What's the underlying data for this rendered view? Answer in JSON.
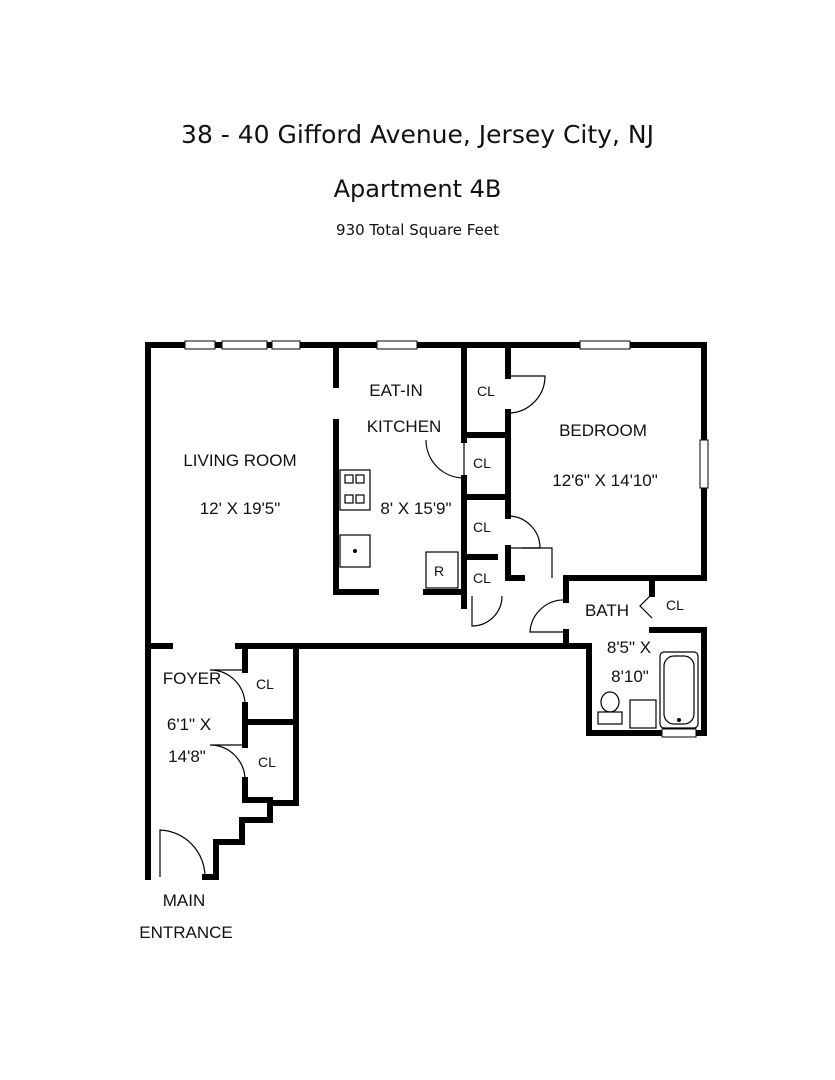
{
  "header": {
    "address": "38 - 40 Gifford Avenue, Jersey City, NJ",
    "unit": "Apartment  4B",
    "area": "930 Total Square Feet"
  },
  "rooms": {
    "living": {
      "name": "LIVING ROOM",
      "size": "12' X 19'5\""
    },
    "kitchen": {
      "name_line1": "EAT-IN",
      "name_line2": "KITCHEN",
      "size": "8' X 15'9\""
    },
    "bedroom": {
      "name": "BEDROOM",
      "size": "12'6\" X 14'10\""
    },
    "bath": {
      "name": "BATH",
      "size_line1": "8'5\" X",
      "size_line2": "8'10\""
    },
    "foyer": {
      "name": "FOYER",
      "size_line1": "6'1\" X",
      "size_line2": "14'8\""
    }
  },
  "closet_label": "CL",
  "fridge_label": "R",
  "entrance": {
    "line1": "MAIN",
    "line2": "ENTRANCE"
  }
}
